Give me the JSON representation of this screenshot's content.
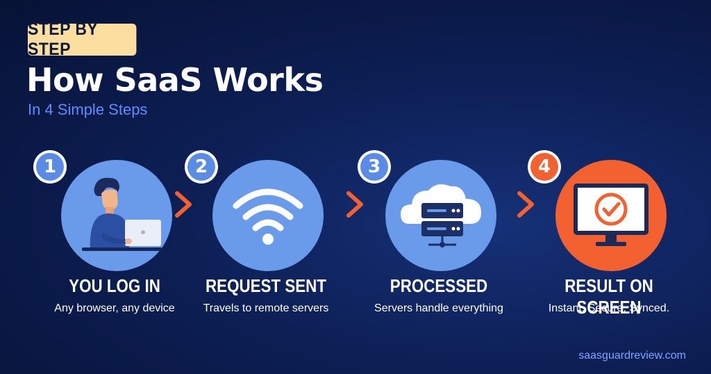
{
  "header": {
    "badge": "STEP BY STEP",
    "title": "How SaaS Works",
    "subtitle": "In 4 Simple Steps"
  },
  "steps": [
    {
      "number": "1",
      "title": "YOU LOG IN",
      "description": "Any browser, any device",
      "icon": "person-laptop-icon"
    },
    {
      "number": "2",
      "title": "REQUEST SENT",
      "description": "Travels to remote servers",
      "icon": "wifi-icon"
    },
    {
      "number": "3",
      "title": "PROCESSED",
      "description": "Servers handle everything",
      "icon": "cloud-server-icon"
    },
    {
      "number": "4",
      "title": "RESULT ON SCREEN",
      "description": "Instant. Secure. Synced.",
      "icon": "monitor-check-icon"
    }
  ],
  "footer": {
    "site": "saasguardreview.com"
  },
  "colors": {
    "background": "#0d1f55",
    "badge": "#fcdfa0",
    "step_circle": "#6a9bea",
    "accent_orange": "#f2612f",
    "subtitle": "#5b8fff"
  }
}
